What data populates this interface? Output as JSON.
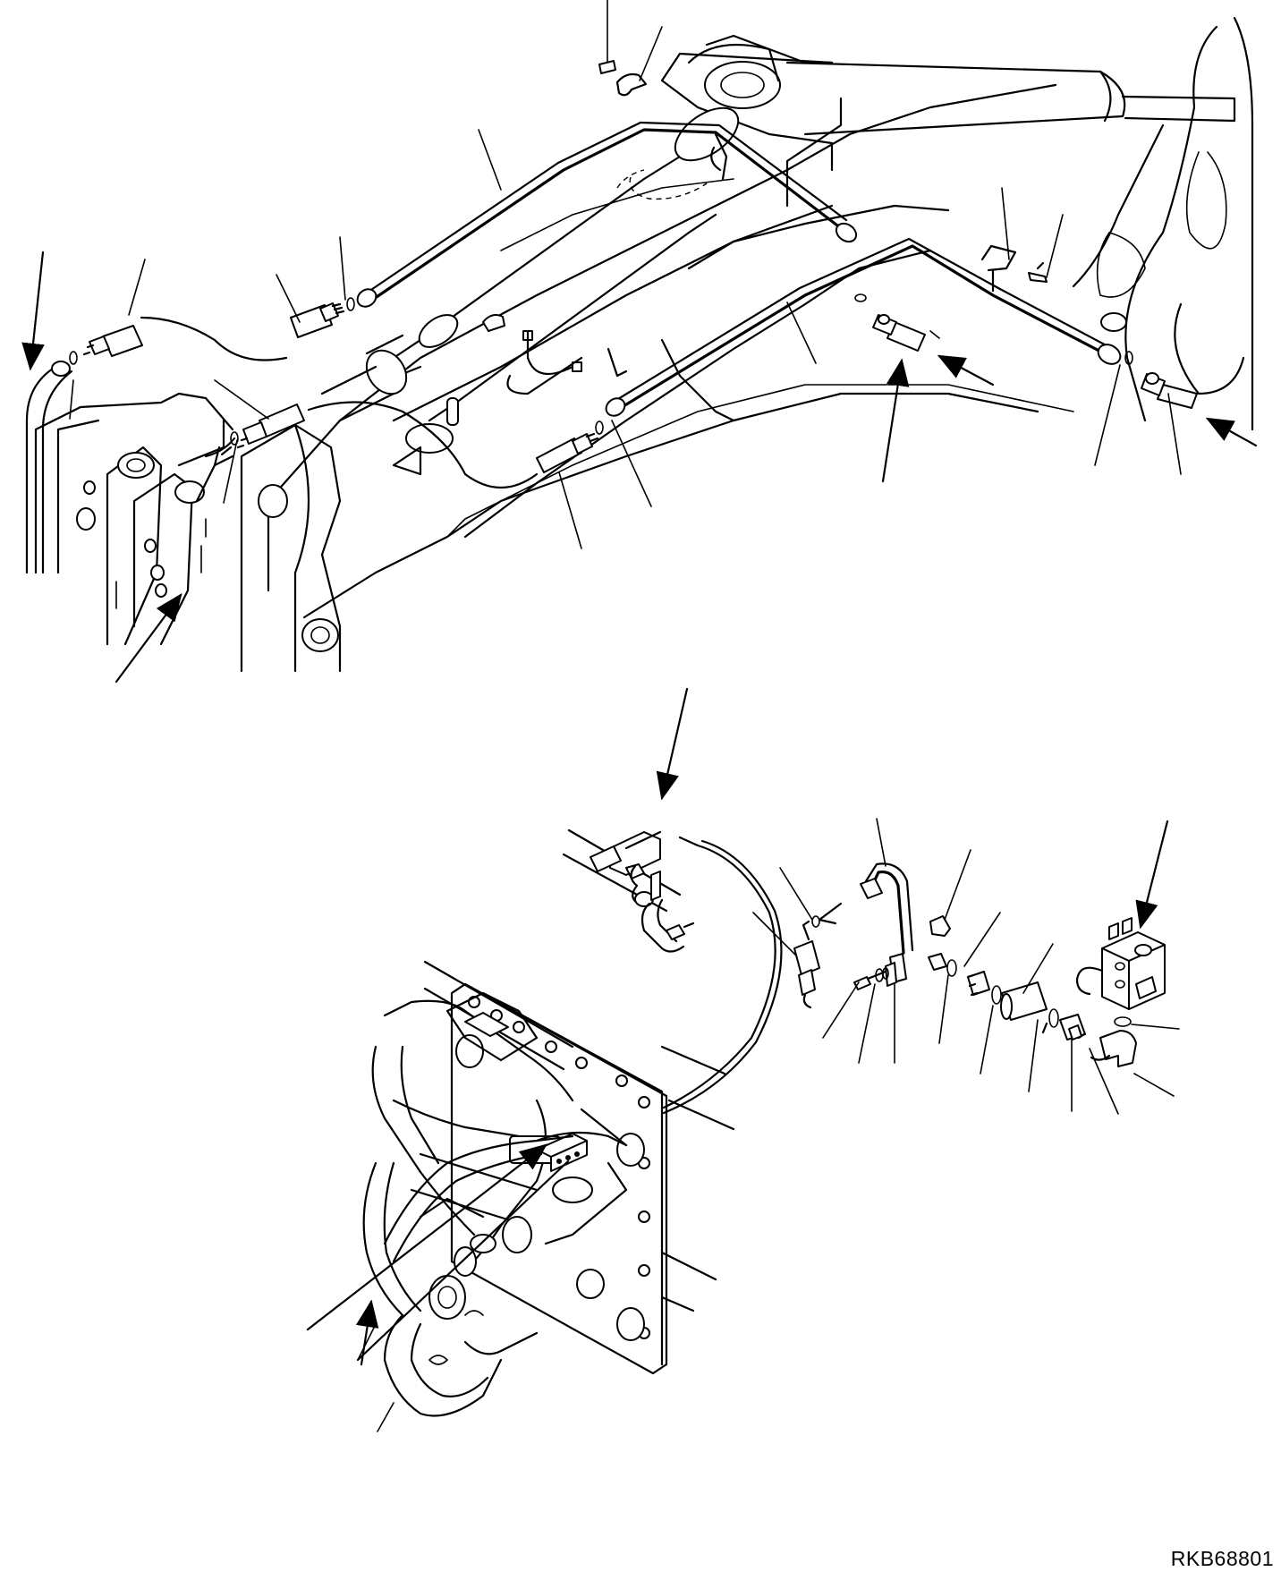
{
  "drawing": {
    "reference_code": "RKB68801"
  },
  "colors": {
    "line": "#000000",
    "background": "#ffffff"
  },
  "icons": {
    "leader_arrow": "arrow-head",
    "callout": "leader-line"
  }
}
